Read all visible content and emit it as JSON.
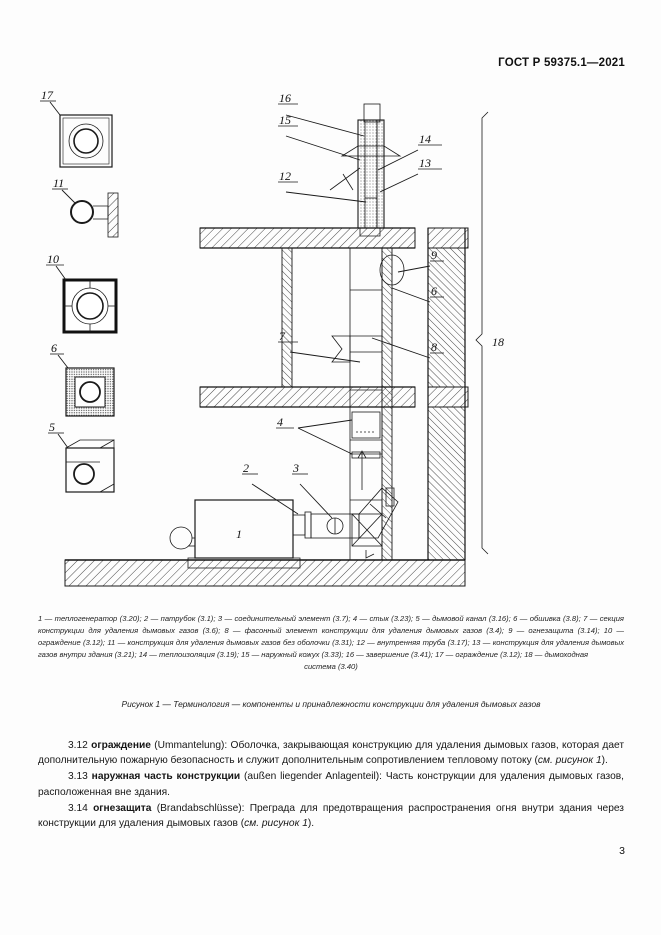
{
  "header": {
    "standard_number": "ГОСТ Р 59375.1—2021"
  },
  "figure": {
    "callouts": [
      {
        "id": "1",
        "label": "1"
      },
      {
        "id": "2",
        "label": "2"
      },
      {
        "id": "3",
        "label": "3"
      },
      {
        "id": "4",
        "label": "4"
      },
      {
        "id": "5",
        "label": "5"
      },
      {
        "id": "6a",
        "label": "6"
      },
      {
        "id": "6b",
        "label": "6"
      },
      {
        "id": "7",
        "label": "7"
      },
      {
        "id": "8",
        "label": "8"
      },
      {
        "id": "9",
        "label": "9"
      },
      {
        "id": "10",
        "label": "10"
      },
      {
        "id": "11",
        "label": "11"
      },
      {
        "id": "12",
        "label": "12"
      },
      {
        "id": "13",
        "label": "13"
      },
      {
        "id": "14",
        "label": "14"
      },
      {
        "id": "15",
        "label": "15"
      },
      {
        "id": "16",
        "label": "16"
      },
      {
        "id": "17",
        "label": "17"
      },
      {
        "id": "18",
        "label": "18"
      }
    ],
    "legend_line_1": "1 — теплогенератор (3.20); 2 — патрубок (3.1); 3 — соединительный элемент (3.7); 4 — стык (3.23); 5 — дымовой канал",
    "legend_line_2": "(3.16); 6 — обшивка (3.8); 7 — секция конструкции для удаления дымовых газов (3.6); 8 — фасонный элемент конструкции",
    "legend_line_3": "для удаления дымовых газов (3.4); 9 — огнезащита (3.14); 10 — ограждение (3.12); 11 — конструкция для удаления дымовых",
    "legend_line_4": "газов без оболочки (3.31); 12 — внутренняя труба (3.17); 13 — конструкция для удаления дымовых газов внутри здания (3.21);",
    "legend_line_5": "14 — теплоизоляция (3.19); 15 — наружный кожух (3.33); 16 — завершение (3.41); 17 — ограждение (3.12); 18 — дымоходная",
    "legend_line_6": "система (3.40)",
    "caption": "Рисунок 1 — Терминология — компоненты и принадлежности конструкции для удаления дымовых газов"
  },
  "body": {
    "clause_312": {
      "number": "3.12",
      "term": "ограждение",
      "text": " (Ummantelung): Оболочка, закрывающая конструкцию для удаления дымовых газов, которая дает дополнительную пожарную безопасность и служит дополнительным сопротивлением тепловому потоку (",
      "ref": "см. рисунок 1",
      "tail": ")."
    },
    "clause_313": {
      "number": "3.13",
      "term": "наружная часть конструкции",
      "text": " (außen liegender Anlagenteil): Часть конструкции для удаления дымовых газов, расположенная вне здания."
    },
    "clause_314": {
      "number": "3.14",
      "term": "огнезащита",
      "text": " (Brandabschlüsse): Преграда для предотвращения распространения огня внутри здания через конструкции для удаления дымовых газов (",
      "ref": "см. рисунок 1",
      "tail": ")."
    }
  },
  "footer": {
    "page_number": "3"
  }
}
